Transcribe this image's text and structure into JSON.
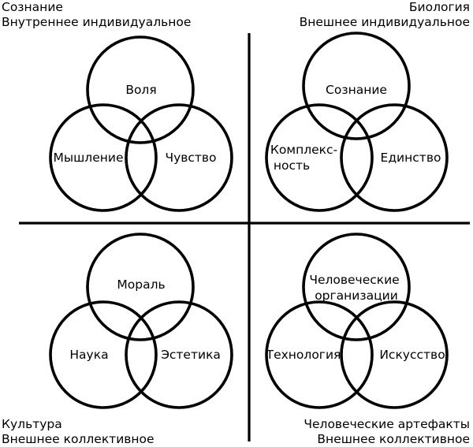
{
  "quadrants": {
    "top_left": {
      "heading": [
        "Сознание",
        "Внутреннее индивидуальное"
      ],
      "circles": {
        "top": [
          "Воля"
        ],
        "left": [
          "Мышление"
        ],
        "right": [
          "Чувство"
        ]
      }
    },
    "top_right": {
      "heading": [
        "Биология",
        "Внешнее индивидуальное"
      ],
      "circles": {
        "top": [
          "Сознание"
        ],
        "left": [
          "Комплекс-",
          "ность"
        ],
        "right": [
          "Единство"
        ]
      }
    },
    "bottom_left": {
      "heading": [
        "Культура",
        "Внешнее коллективное"
      ],
      "circles": {
        "top": [
          "Мораль"
        ],
        "left": [
          "Наука"
        ],
        "right": [
          "Эстетика"
        ]
      }
    },
    "bottom_right": {
      "heading": [
        "Человеческие артефакты",
        "Внешнее коллективное"
      ],
      "circles": {
        "top": [
          "Человеческие",
          "организации"
        ],
        "left": [
          "Технология"
        ],
        "right": [
          "Искусство"
        ]
      }
    }
  }
}
